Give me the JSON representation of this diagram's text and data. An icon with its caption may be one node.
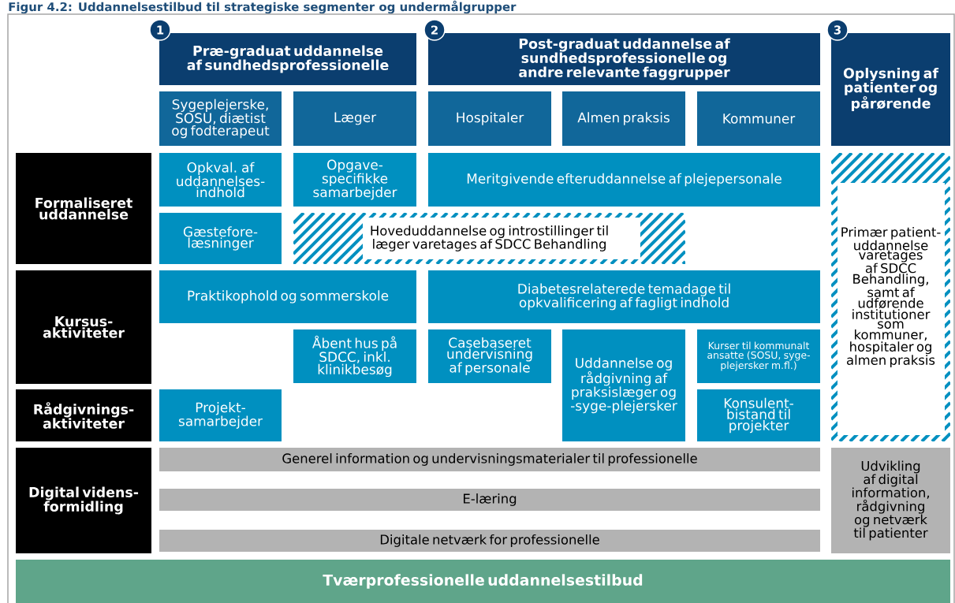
{
  "diagram": {
    "title": "Figur 4.2: Uddannelsestilbud til strategiske segmenter og undermålgrupper",
    "nodes": [
      {
        "text": [
          "Præ-graduat uddannelse af sundhedsprofessionelle"
        ]
      },
      {
        "text": [
          "Post-graduat uddannelse af sundhedsprofessionelle og andre relevante faggrupper"
        ]
      },
      {
        "text": [
          "Oplysning af patienter og pårørende"
        ]
      },
      {
        "text": [
          "Sygeplejerske, SOSU, diætist og fodterapeut"
        ]
      },
      {
        "text": [
          "Læger"
        ]
      },
      {
        "text": [
          "Hospitaler"
        ]
      },
      {
        "text": [
          "Almen praksis"
        ]
      },
      {
        "text": [
          "Kommuner"
        ]
      },
      {
        "text": [
          "Formaliseret uddannelse"
        ]
      },
      {
        "text": [
          "Opkval. af uddannelses-indhold"
        ]
      },
      {
        "text": [
          "Opgave-specifikke samarbejder"
        ]
      },
      {
        "text": [
          "Meritgivende efteruddannelse af plejepersonale"
        ]
      },
      {
        "text": [
          "Primær patient-uddannelse varetages af SDCC Behandling, samt af udførende institutioner som kommuner, hospitaler og almen praksis"
        ]
      },
      {
        "text": [
          "Gæstefore-læsninger"
        ]
      },
      {
        "text": [
          "Hoveduddannelse og introstillinger til læger varetages af SDCC Behandling"
        ]
      },
      {
        "text": [
          "Kursus-aktiviteter"
        ]
      },
      {
        "text": [
          "Praktikophold og sommerskole"
        ]
      },
      {
        "text": [
          "Diabetesrelaterede temadage til opkvalificering af fagligt indhold"
        ]
      },
      {
        "text": [
          "Åbent hus på SDCC, inkl. klinikbesøg"
        ]
      },
      {
        "text": [
          "Casebaseret undervisning af personale"
        ]
      },
      {
        "text": [
          "Uddannelse og rådgivning af praksislæger og -syge-plejersker"
        ]
      },
      {
        "text": [
          "Kurser til kommunalt ansatte (SOSU, syge-plejersker m.fl.)"
        ]
      },
      {
        "text": [
          "Rådgivnings-aktiviteter"
        ]
      },
      {
        "text": [
          "Projekt-samarbejder"
        ]
      },
      {
        "text": [
          "Konsulent-bistand til projekter"
        ]
      },
      {
        "text": [
          "Digital videns-formidling"
        ]
      },
      {
        "text": [
          "Generel information og undervisningsmaterialer til professionelle"
        ]
      },
      {
        "text": [
          "E-læring"
        ]
      },
      {
        "text": [
          "Digitale netværk for professionelle"
        ]
      },
      {
        "text": [
          "Udvikling af digital information, rådgivning og netværk til patienter"
        ]
      },
      {
        "text": [
          "Tværprofessionelle uddannelsestilbud"
        ]
      }
    ],
    "labels": [
      "1",
      "2",
      "3"
    ]
  }
}
